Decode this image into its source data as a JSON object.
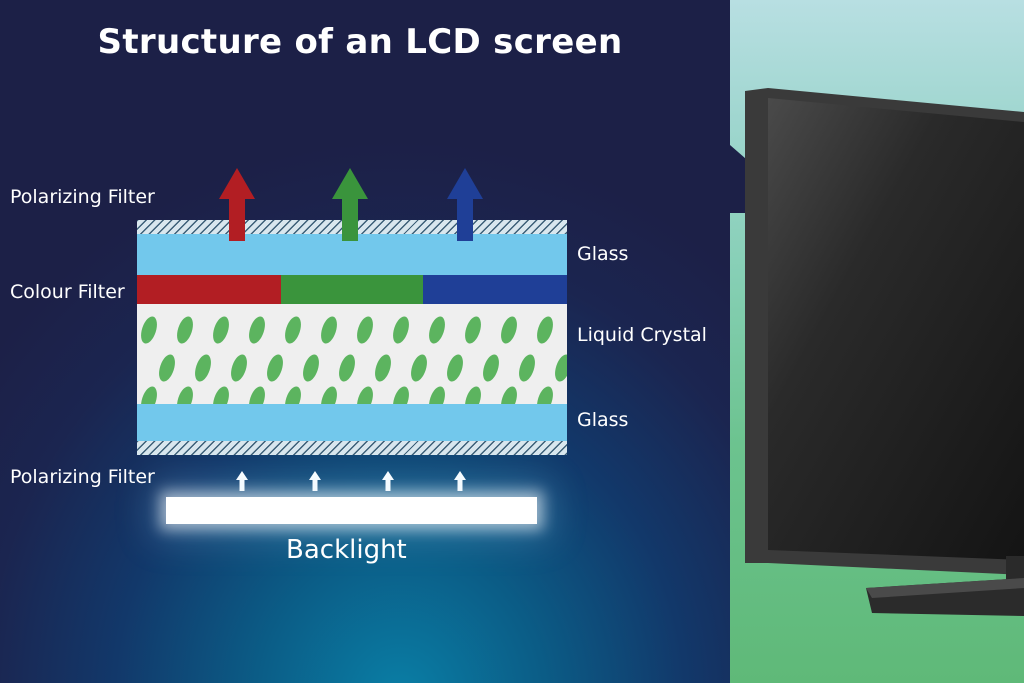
{
  "title": "Structure of an LCD screen",
  "labels": {
    "polarizing_filter_top": "Polarizing Filter",
    "colour_filter": "Colour Filter",
    "polarizing_filter_bottom": "Polarizing Filter",
    "glass_top": "Glass",
    "liquid_crystal": "Liquid Crystal",
    "glass_bottom": "Glass",
    "backlight": "Backlight"
  },
  "colors": {
    "red": "#b21e23",
    "green": "#3a943c",
    "blue": "#1f3f97",
    "glass": "#72c8ec",
    "crystal": "#5cb45f",
    "backlight": "#ffffff",
    "background_dark": "#1c2047",
    "background_glow": "#0a7fa6"
  },
  "icons": {
    "output_arrows": [
      "arrow-up-red-icon",
      "arrow-up-green-icon",
      "arrow-up-blue-icon"
    ],
    "backlight_arrows": "small-arrow-up-icon",
    "monitor": "monitor-icon"
  }
}
